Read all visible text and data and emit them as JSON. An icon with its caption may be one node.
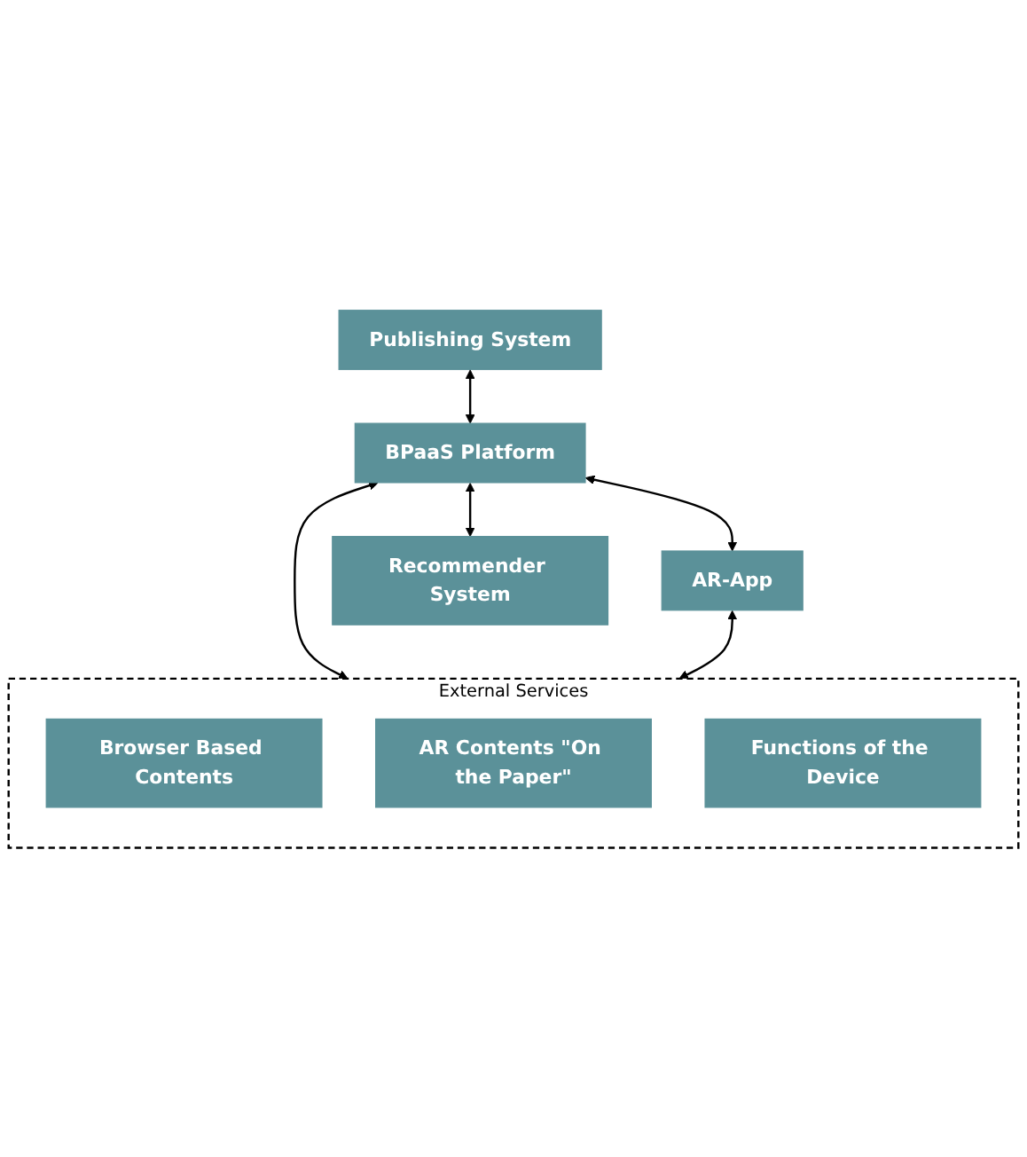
{
  "diagram": {
    "nodes": [
      {
        "text": [
          "Publishing System"
        ]
      },
      {
        "text": [
          "BPaaS Platform"
        ]
      },
      {
        "text": [
          "AR-App"
        ]
      },
      {
        "text": [
          "Recommender System"
        ]
      },
      {
        "text": [
          "External Services"
        ]
      },
      {
        "text": [
          "Browser Based Contents"
        ],
        "in": 4
      },
      {
        "text": [
          "AR Contents \"On the Paper\""
        ],
        "in": 4
      },
      {
        "text": [
          "Functions of the Device"
        ],
        "in": 4
      }
    ],
    "edges": [
      {
        "from": 0,
        "to": 1,
        "arrow": "both"
      },
      {
        "from": 1,
        "to": 2,
        "arrow": "both"
      },
      {
        "from": 1,
        "to": 4,
        "arrow": "both"
      },
      {
        "from": 1,
        "to": 3,
        "arrow": "both"
      },
      {
        "from": 2,
        "to": 4,
        "arrow": "both"
      }
    ]
  }
}
